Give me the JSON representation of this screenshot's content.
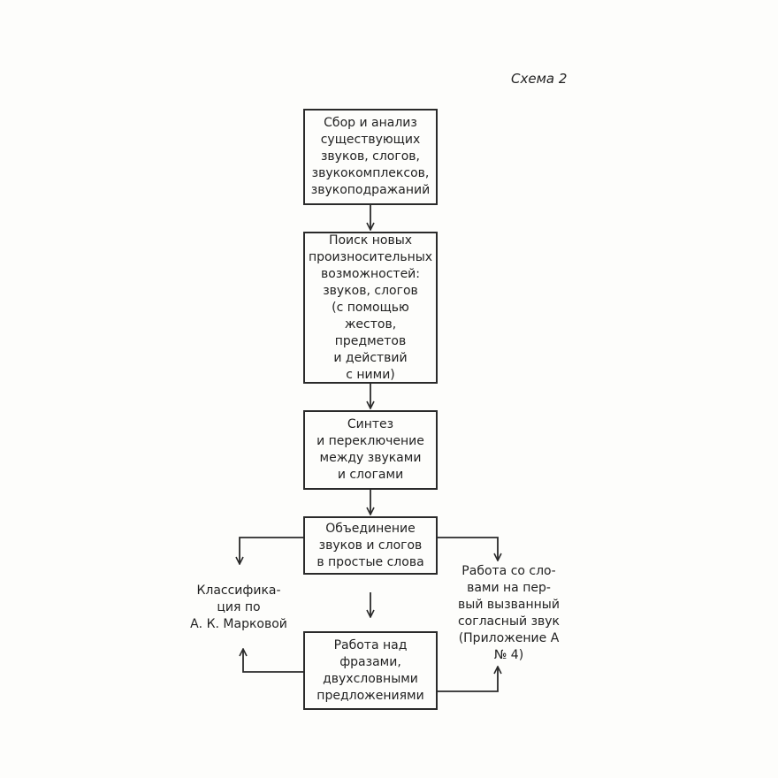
{
  "scheme_label": "Схема 2",
  "boxes": {
    "collect": "Сбор и анализ\nсуществующих\nзвуков, слогов,\nзвукокомплексов,\nзвукоподражаний",
    "search": "Поиск новых\nпроизносительных\nвозможностей:\nзвуков, слогов\n(с помощью\nжестов, предметов\nи действий\nс ними)",
    "synthesis": "Синтез\nи переключение\nмежду звуками\nи слогами",
    "combine": "Объединение\nзвуков и слогов\nв простые слова",
    "phrases": "Работа над\nфразами,\nдвухсловными\nпредложениями"
  },
  "side_labels": {
    "classification": "Классифика-\nция по\nА. К. Марковой",
    "words": "Работа со сло-\nвами на пер-\nвый вызванный\nсогласный звук\n(Приложение А\n№ 4)"
  }
}
